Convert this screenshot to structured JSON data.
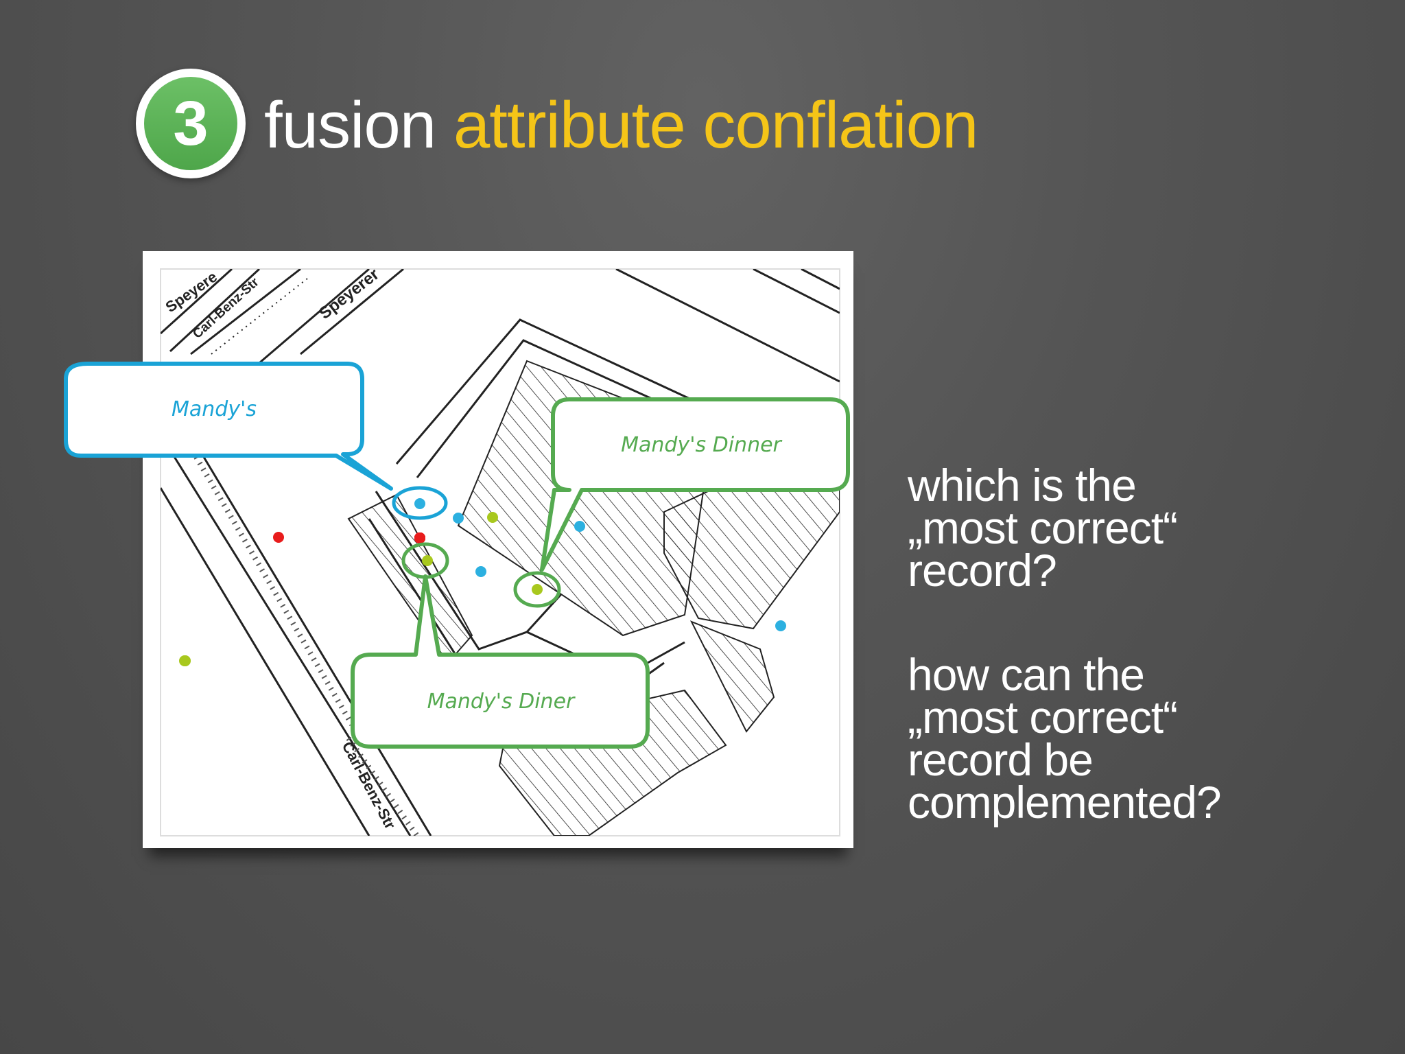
{
  "slide": {
    "step_number": "3",
    "title_plain": "fusion",
    "title_accent": "attribute conflation",
    "accent_color": "#f5c518",
    "badge_color": "#55aa50"
  },
  "map": {
    "street_labels": [
      "Speyere",
      "Carl-Benz-Str",
      "Speyerer",
      "Carl-Benz-Str"
    ],
    "callouts": [
      {
        "label": "Mandy's",
        "color": "#1aa3d6"
      },
      {
        "label": "Mandy's Dinner",
        "color": "#55aa50"
      },
      {
        "label": "Mandy's Diner",
        "color": "#55aa50"
      }
    ],
    "point_colors": {
      "blue": "#2cb0e0",
      "green": "#a8c81e",
      "red": "#e81c1c"
    }
  },
  "questions": [
    {
      "lines": [
        "which is the",
        "„most correct“",
        "record?"
      ]
    },
    {
      "lines": [
        "how can the",
        "„most correct“",
        "record be",
        "complemented?"
      ]
    }
  ]
}
